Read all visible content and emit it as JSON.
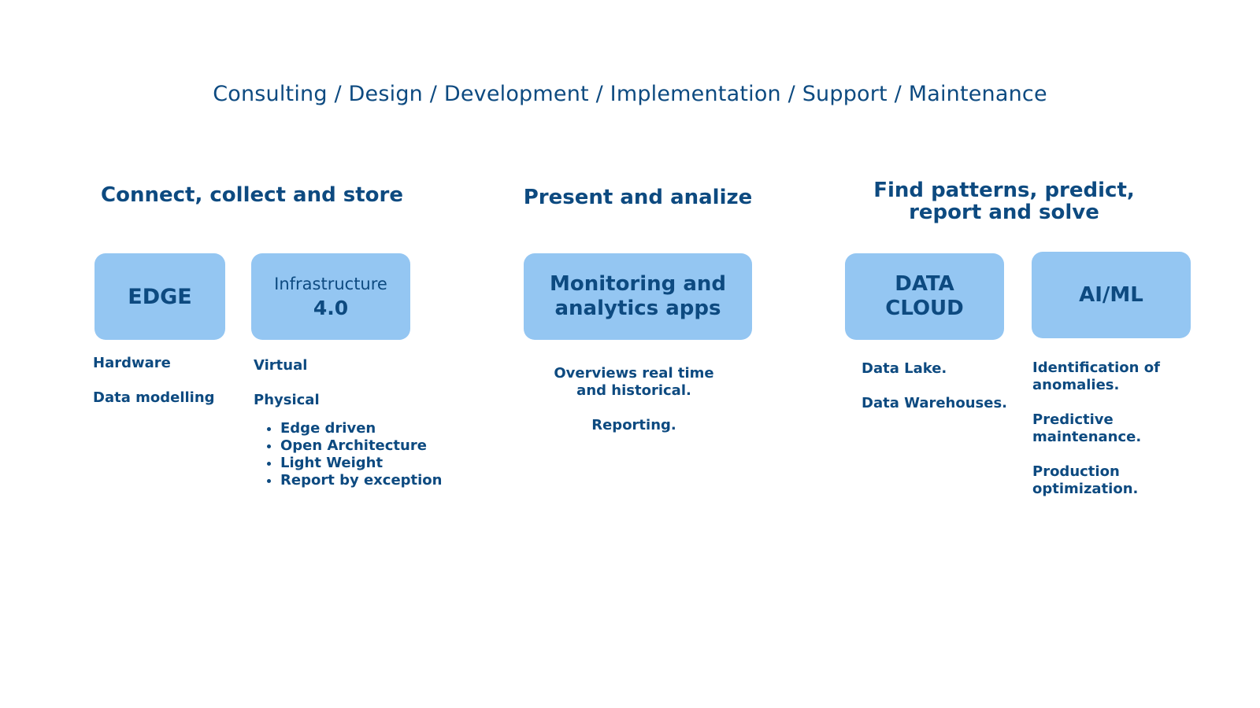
{
  "headline": "Consulting / Design / Development / Implementation / Support / Maintenance",
  "sections": {
    "connect": {
      "title": "Connect, collect and store",
      "edge": {
        "label": "EDGE",
        "items": [
          "Hardware",
          "Data modelling"
        ]
      },
      "infrastructure": {
        "label_line1": "Infrastructure",
        "label_line2": "4.0",
        "items": [
          "Virtual",
          "Physical"
        ],
        "bullets": [
          "Edge driven",
          "Open Architecture",
          "Light Weight",
          "Report by exception"
        ]
      }
    },
    "present": {
      "title": "Present and analize",
      "monitoring": {
        "label_line1": "Monitoring and",
        "label_line2": "analytics apps",
        "desc_line1": "Overviews real time",
        "desc_line2": "and historical.",
        "desc_line3": "Reporting."
      }
    },
    "find": {
      "title_line1": "Find patterns, predict,",
      "title_line2": "report and solve",
      "datacloud": {
        "label_line1": "DATA",
        "label_line2": "CLOUD",
        "items": [
          "Data Lake.",
          "Data Warehouses."
        ]
      },
      "aiml": {
        "label": "AI/ML",
        "items": [
          {
            "line1": "Identification of",
            "line2": "anomalies."
          },
          {
            "line1": "Predictive",
            "line2": "maintenance."
          },
          {
            "line1": "Production",
            "line2": "optimization."
          }
        ]
      }
    }
  },
  "colors": {
    "text": "#0d4a80",
    "box": "#94c6f2",
    "background": "#ffffff"
  }
}
